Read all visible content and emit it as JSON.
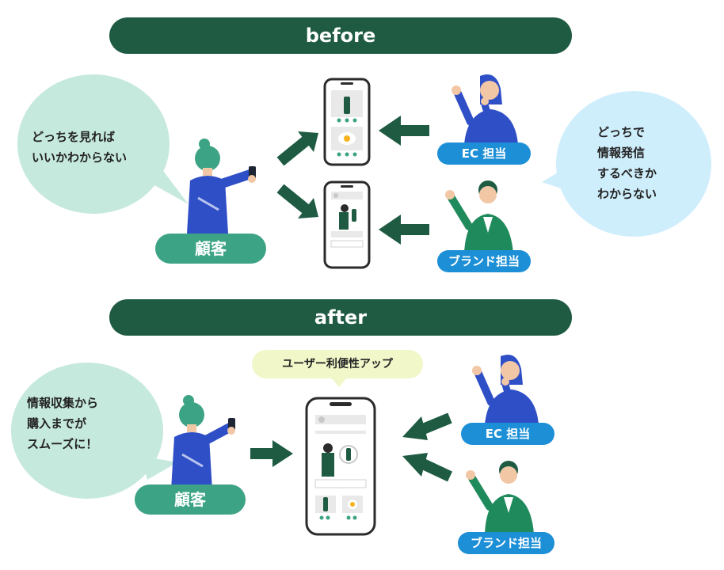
{
  "before": {
    "banner": "before",
    "customer_bubble": [
      "どっちを見れば",
      "いいかわからない"
    ],
    "customer_label": "顧客",
    "ec_label": "EC 担当",
    "brand_label": "ブランド担当",
    "staff_bubble": [
      "どっちで",
      "情報発信",
      "するべきか",
      "わからない"
    ]
  },
  "after": {
    "banner": "after",
    "tag": "ユーザー利便性アップ",
    "customer_bubble": [
      "情報収集から",
      "購入までが",
      "スムーズに！"
    ],
    "customer_label": "顧客",
    "ec_label": "EC 担当",
    "brand_label": "ブランド担当"
  },
  "colors": {
    "dark_green": "#1f5b43",
    "mid_green": "#3da385",
    "blue": "#1c8fd6",
    "bubble_green": "#c6e9de",
    "bubble_blue": "#cfeefc",
    "tag_yellow": "#f1f7c8"
  }
}
